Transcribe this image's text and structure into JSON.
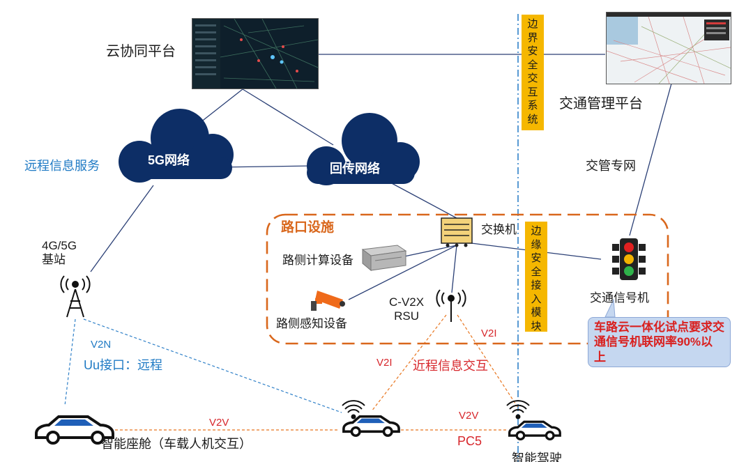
{
  "nodes": {
    "cloud_platform": "云协同平台",
    "traffic_platform": "交通管理平台",
    "cloud_5g": "5G网络",
    "cloud_backhaul": "回传网络",
    "remote_info_service": "远程信息服务",
    "base_station": "4G/5G\n基站",
    "intersection_title": "路口设施",
    "switch": "交换机",
    "roadside_compute": "路侧计算设备",
    "roadside_sensor": "路侧感知设备",
    "rsu": "C-V2X\nRSU",
    "traffic_signal": "交通信号机",
    "traffic_private_net": "交管专网",
    "smart_cockpit": "智能座舱（车载人机交互）",
    "smart_driving": "智能驾驶"
  },
  "vertical_boxes": {
    "edge_security_interaction": "边界安全交互系统",
    "edge_security_access": "边缘安全接入模块"
  },
  "links": {
    "v2n": "V2N",
    "uu": "Uu接口：远程",
    "v2i_left": "V2I",
    "v2i_right": "V2I",
    "remote_interaction": "近程信息交互",
    "v2v_left": "V2V",
    "v2v_right": "V2V",
    "pc5": "PC5"
  },
  "callout": "车路云一体化试点要求交通信号机联网率90%以上",
  "colors": {
    "cloud": "#0d2e66",
    "line": "#2a3f75",
    "dashed_blue": "#2f80c8",
    "dashed_orange": "#e8751e",
    "box_yellow": "#f5b700",
    "frame_orange": "#d9671c",
    "callout_bg": "#c5d7f0",
    "text_blue": "#1f7ac4",
    "text_red": "#d7262b"
  },
  "icons": [
    "screen-icon",
    "cloud-icon",
    "tower-icon",
    "switch-icon",
    "server-icon",
    "camera-icon",
    "antenna-icon",
    "traffic-light-icon",
    "car-icon",
    "signal-waves-icon"
  ]
}
